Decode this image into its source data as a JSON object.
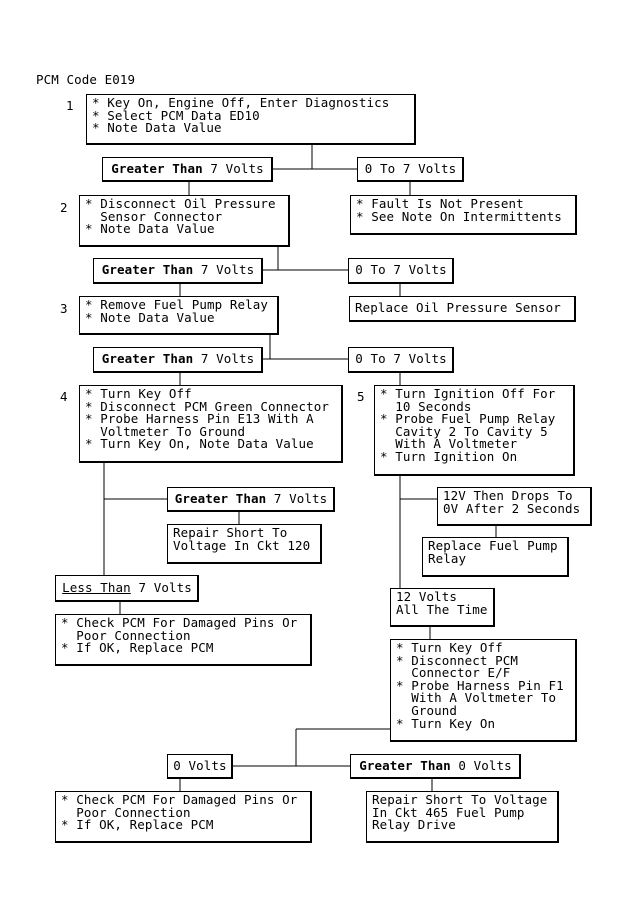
{
  "title": "PCM Code E019",
  "steps": {
    "s1": {
      "num": "1",
      "lines": [
        "* Key On, Engine Off, Enter Diagnostics",
        "* Select PCM Data ED10",
        "* Note Data Value"
      ]
    },
    "s2": {
      "num": "2",
      "lines": [
        "* Disconnect Oil Pressure",
        "  Sensor Connector",
        "* Note Data Value"
      ]
    },
    "s3": {
      "num": "3",
      "lines": [
        "* Remove Fuel Pump Relay",
        "* Note Data Value"
      ]
    },
    "s4": {
      "num": "4",
      "lines": [
        "* Turn Key Off",
        "* Disconnect PCM Green Connector",
        "* Probe Harness Pin E13 With A",
        "  Voltmeter To Ground",
        "* Turn Key On, Note Data Value"
      ]
    },
    "s5": {
      "num": "5",
      "lines": [
        "* Turn Ignition Off For",
        "  10 Seconds",
        "* Probe Fuel Pump Relay",
        "  Cavity 2 To Cavity 5",
        "  With A Voltmeter",
        "* Turn Ignition On"
      ]
    }
  },
  "conditions": {
    "gt7_a": {
      "bold": "Greater Than",
      "rest": " 7 Volts"
    },
    "r07_a": "0 To 7 Volts",
    "gt7_b": {
      "bold": "Greater Than",
      "rest": " 7 Volts"
    },
    "r07_b": "0 To 7 Volts",
    "gt7_c": {
      "bold": "Greater Than",
      "rest": " 7 Volts"
    },
    "r07_c": "0 To 7 Volts",
    "gt7_d": {
      "bold": "Greater Than",
      "rest": " 7 Volts"
    },
    "lt7": {
      "under": "Less Than",
      "rest": " 7 Volts"
    },
    "v12drop": [
      "12V Then Drops To",
      "0V After 2 Seconds"
    ],
    "v12all": [
      "12 Volts",
      "All The Time"
    ],
    "v0": "0 Volts",
    "gt0": {
      "bold": "Greater Than",
      "rest": " 0 Volts"
    }
  },
  "results": {
    "fault": [
      "* Fault Is Not Present",
      "* See Note On Intermittents"
    ],
    "replace_oil": "Replace Oil Pressure Sensor",
    "repair120": [
      "Repair Short To",
      "Voltage In Ckt 120"
    ],
    "replace_relay": [
      "Replace Fuel Pump",
      "Relay"
    ],
    "check_pcm_a": [
      "* Check PCM For Damaged Pins Or",
      "  Poor Connection",
      "* If OK, Replace PCM"
    ],
    "step6": [
      "* Turn Key Off",
      "* Disconnect PCM",
      "  Connector E/F",
      "* Probe Harness Pin F1",
      "  With A Voltmeter To",
      "  Ground",
      "* Turn Key On"
    ],
    "check_pcm_b": [
      "* Check PCM For Damaged Pins Or",
      "  Poor Connection",
      "* If OK, Replace PCM"
    ],
    "repair465": [
      "Repair Short To Voltage",
      "In Ckt 465 Fuel Pump",
      "Relay Drive"
    ]
  }
}
